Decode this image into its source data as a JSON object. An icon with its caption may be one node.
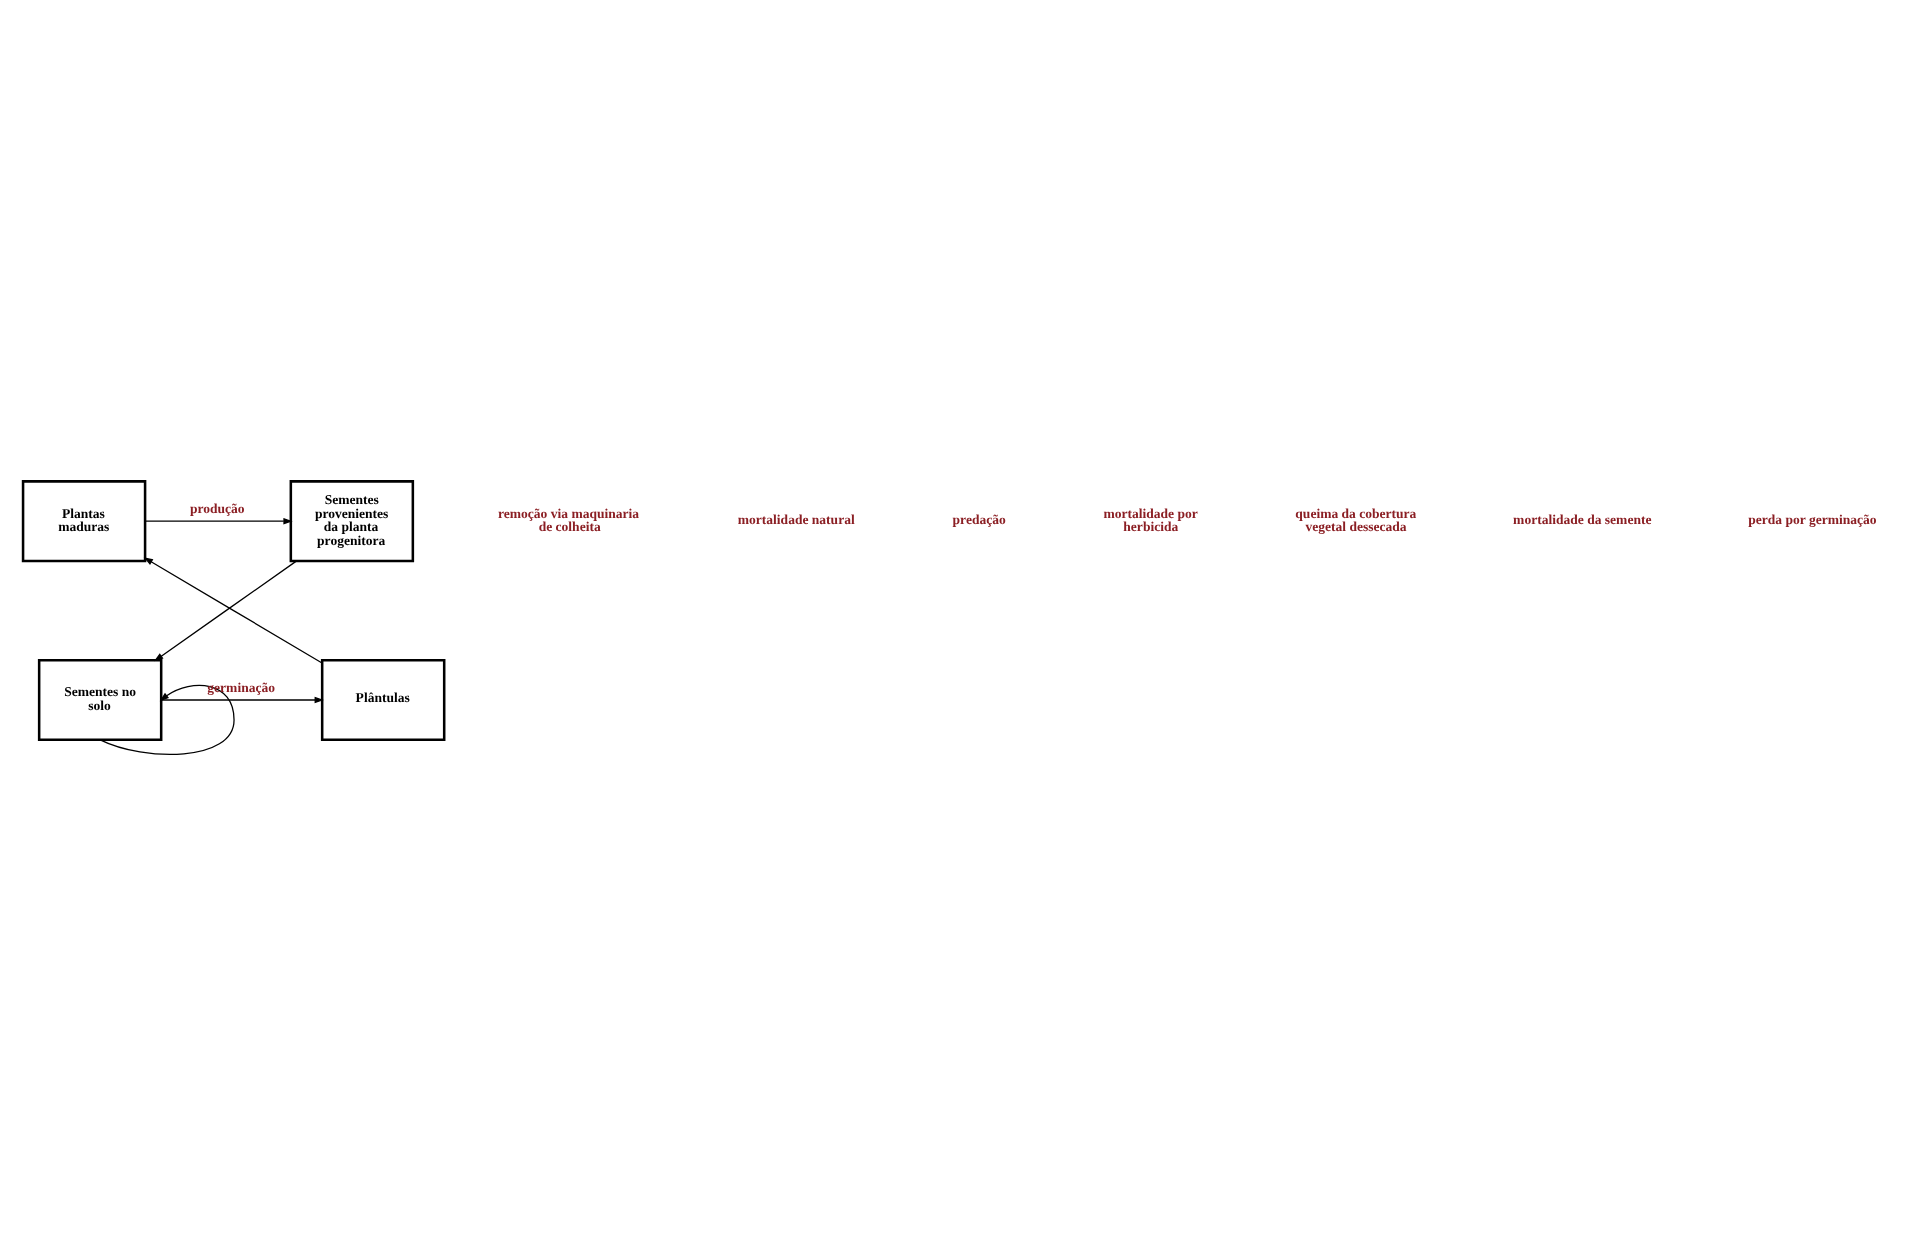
{
  "diagram": {
    "nodes": [
      {
        "text": [
          "Plantas maduras"
        ]
      },
      {
        "text": [
          "Sementes provenientes da planta progenitora"
        ]
      },
      {
        "text": [
          "Sementes no solo"
        ]
      },
      {
        "text": [
          "Plântulas"
        ]
      }
    ],
    "edges": [
      {
        "from": 0,
        "to": 1,
        "arrow": "to",
        "label": "produção"
      },
      {
        "from": 1,
        "to": 2,
        "arrow": "to"
      },
      {
        "from": 2,
        "to": 3,
        "arrow": "to",
        "label": "germinação"
      },
      {
        "from": 3,
        "to": 0,
        "arrow": "to"
      },
      {
        "from": 2,
        "to": 2,
        "arrow": "to"
      }
    ],
    "labels": [
      "remoção via maquinaria de colheita",
      "mortalidade natural",
      "predação",
      "mortalidade por herbicida",
      "queima da cobertura vegetal dessecada",
      "mortalidade da semente",
      "perda por germinação"
    ]
  }
}
